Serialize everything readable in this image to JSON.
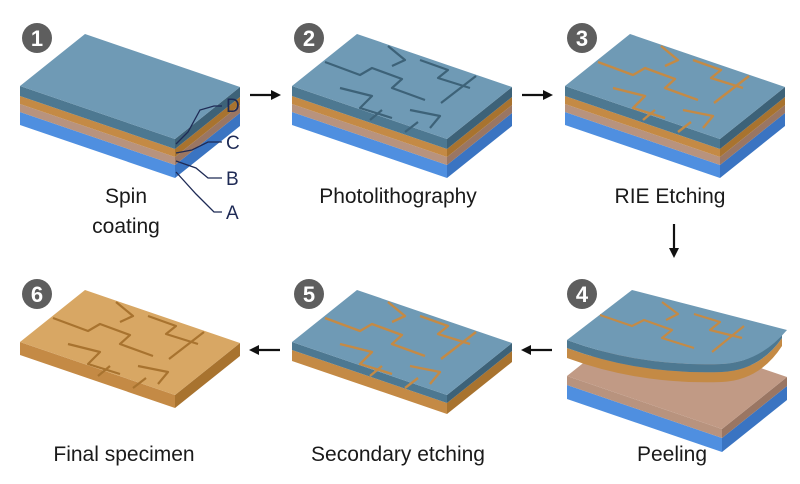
{
  "steps": [
    {
      "number": "1",
      "label_line1": "Spin",
      "label_line2": "coating"
    },
    {
      "number": "2",
      "label": "Photolithography"
    },
    {
      "number": "3",
      "label": "RIE Etching"
    },
    {
      "number": "4",
      "label": "Peeling"
    },
    {
      "number": "5",
      "label": "Secondary etching"
    },
    {
      "number": "6",
      "label": "Final specimen"
    }
  ],
  "layer_labels": [
    "A",
    "B",
    "C",
    "D"
  ],
  "colors": {
    "badge": "#5e5e5e",
    "blue_top": "#6f9ab5",
    "blue_front": "#4d7891",
    "blue_side": "#3d6278",
    "orange_top": "#d8a764",
    "orange_front": "#c48a45",
    "orange_side": "#a8732f",
    "brown_front": "#b8937e",
    "brown_side": "#9a7663",
    "base_front": "#4f8fe0",
    "base_side": "#3a74c2",
    "label_line": "#1e2a55",
    "arrow": "#111111"
  }
}
